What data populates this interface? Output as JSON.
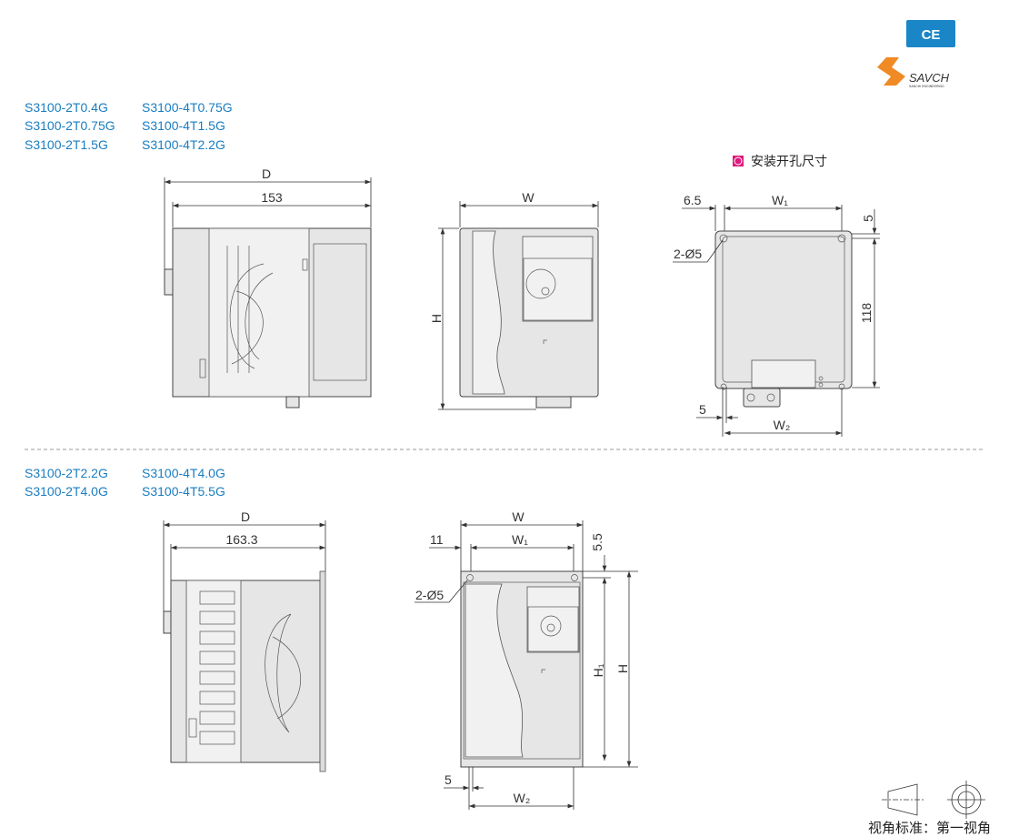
{
  "header": {
    "ce_badge": "CE",
    "logo_text": "SAVCH",
    "logo_subtext": "SANCHI ENGINEERING"
  },
  "section1": {
    "models": [
      [
        "S3100-2T0.4G",
        "S3100-4T0.75G"
      ],
      [
        "S3100-2T0.75G",
        "S3100-4T1.5G"
      ],
      [
        "S3100-2T1.5G",
        "S3100-4T2.2G"
      ]
    ],
    "side": {
      "D": "D",
      "depth": "153"
    },
    "front": {
      "W": "W",
      "H": "H"
    },
    "mount": {
      "legend": "安装开孔尺寸",
      "legend_color": "#e0197d",
      "offset": "6.5",
      "W1": "W₁",
      "top": "5",
      "hole": "2-Ø5",
      "height": "118",
      "bottom": "5",
      "W2": "W₂"
    }
  },
  "section2": {
    "models": [
      [
        "S3100-2T2.2G",
        "S3100-4T4.0G"
      ],
      [
        "S3100-2T4.0G",
        "S3100-4T5.5G"
      ]
    ],
    "side": {
      "D": "D",
      "depth": "163.3"
    },
    "front": {
      "W": "W",
      "offset": "11",
      "W1": "W₁",
      "top": "5.5",
      "hole": "2-Ø5",
      "H1": "H₁",
      "H": "H",
      "bottom": "5",
      "W2": "W₂"
    }
  },
  "footer": {
    "view_standard": "视角标准：第一视角"
  },
  "colors": {
    "model_text": "#1a7dc0",
    "ce": "#1a86c8",
    "logo": "#f08a24"
  }
}
